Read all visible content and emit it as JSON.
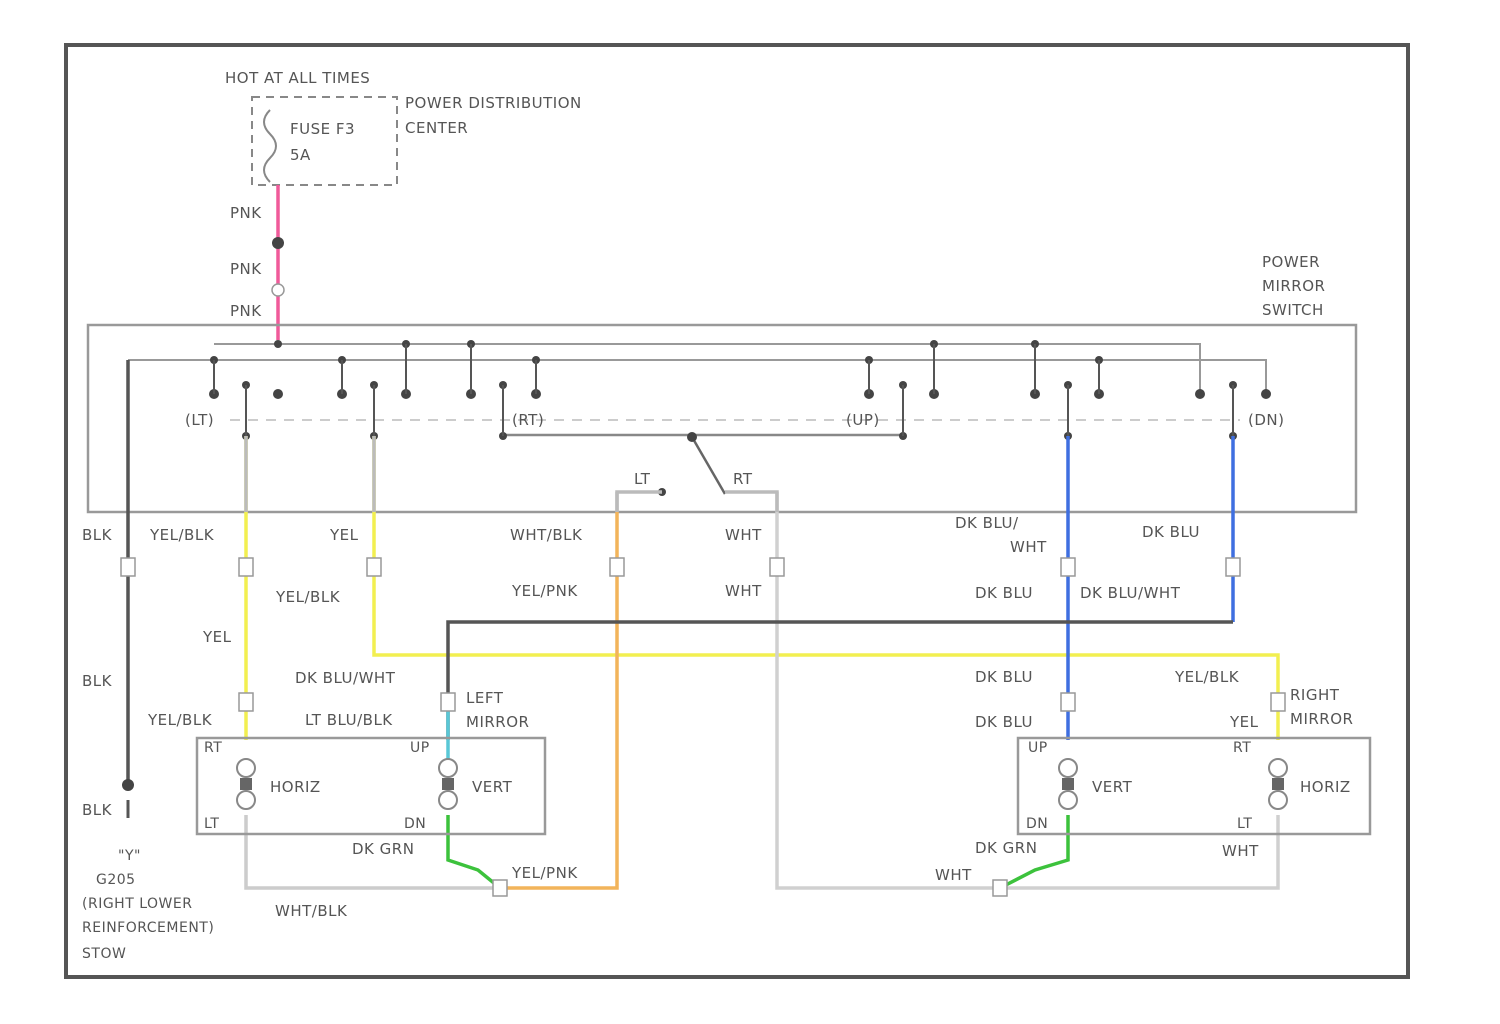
{
  "fuse_block": {
    "hot_label": "HOT AT ALL TIMES",
    "pdc_line1": "POWER DISTRIBUTION",
    "pdc_line2": "CENTER",
    "fuse_line1": "FUSE F3",
    "fuse_line2": "5A"
  },
  "wires_top": {
    "pnk_1": "PNK",
    "pnk_2": "PNK",
    "pnk_3": "PNK"
  },
  "switch": {
    "title_line1": "POWER",
    "title_line2": "MIRROR",
    "title_line3": "SWITCH",
    "pos_lt": "(LT)",
    "pos_rt": "(RT)",
    "pos_up": "(UP)",
    "pos_dn": "(DN)",
    "selector_lt": "LT",
    "selector_rt": "RT"
  },
  "wire_labels": {
    "blk_top": "BLK",
    "yel_blk_top": "YEL/BLK",
    "yel_top": "YEL",
    "wht_blk_top": "WHT/BLK",
    "wht_top": "WHT",
    "dk_blu_wht_top_1": "DK BLU/",
    "dk_blu_wht_top_2": "WHT",
    "dk_blu_top": "DK BLU",
    "yel_blk_mid": "YEL/BLK",
    "yel_pnk_mid": "YEL/PNK",
    "wht_mid": "WHT",
    "dk_blu_mid": "DK BLU",
    "dk_blu_wht_mid": "DK BLU/WHT",
    "yel_mid": "YEL",
    "blk_mid": "BLK",
    "dk_blu_wht_left": "DK BLU/WHT",
    "dk_blu_right_1": "DK BLU",
    "yel_blk_right": "YEL/BLK",
    "yel_blk_low": "YEL/BLK",
    "lt_blu_blk": "LT BLU/BLK",
    "dk_blu_right_2": "DK BLU",
    "yel_right_low": "YEL",
    "blk_ground": "BLK",
    "dk_grn_left": "DK GRN",
    "dk_grn_right": "DK GRN",
    "wht_right_low": "WHT",
    "yel_pnk_low": "YEL/PNK",
    "wht_low": "WHT",
    "wht_blk_low": "WHT/BLK"
  },
  "left_mirror": {
    "title_line1": "LEFT",
    "title_line2": "MIRROR",
    "horiz": "HORIZ",
    "vert": "VERT",
    "rt": "RT",
    "lt": "LT",
    "up": "UP",
    "dn": "DN"
  },
  "right_mirror": {
    "title_line1": "RIGHT",
    "title_line2": "MIRROR",
    "horiz": "HORIZ",
    "vert": "VERT",
    "rt": "RT",
    "lt": "LT",
    "up": "UP",
    "dn": "DN"
  },
  "ground": {
    "line1": "\"Y\"",
    "line2": "G205",
    "line3": "(RIGHT LOWER",
    "line4": "REINFORCEMENT)",
    "line5": "STOW"
  },
  "colors": {
    "pnk": "#f05a9a",
    "yel": "#f2ef50",
    "dk_blu": "#3f6fe0",
    "dk_blu_wht": "#555555",
    "yel_pnk": "#f2b45a",
    "dk_grn": "#3cc23c",
    "blk": "#555555",
    "wht": "#d0d0d0",
    "lt_blu": "#59c7d6",
    "yel_blk": "#dcdc78"
  }
}
